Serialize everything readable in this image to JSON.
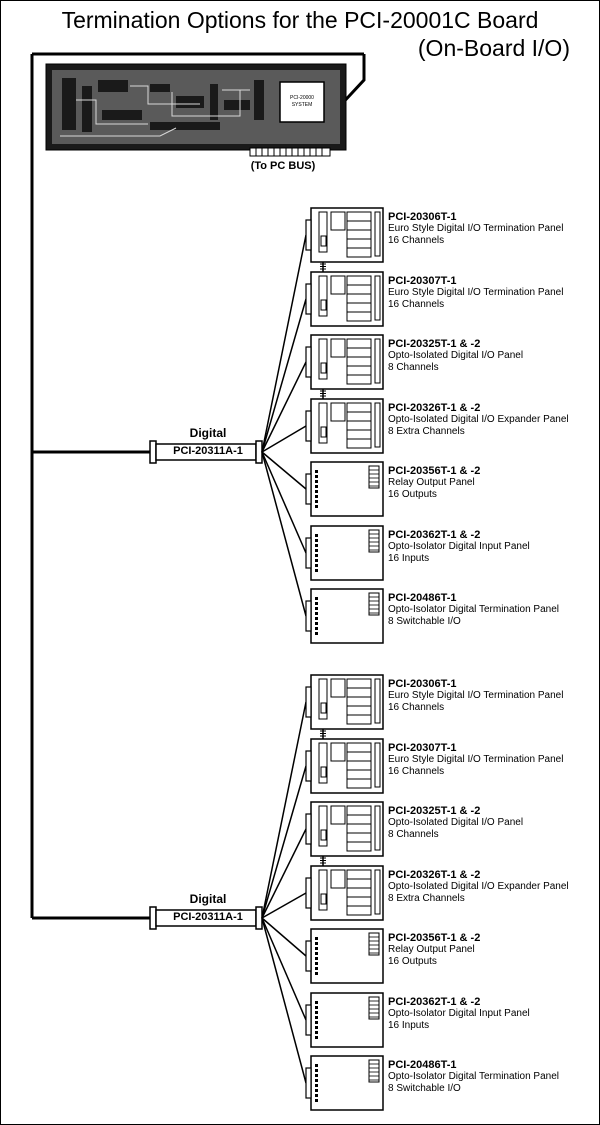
{
  "title": {
    "line1": "Termination Options for the PCI-20001C Board",
    "line2": "(On-Board I/O)"
  },
  "board": {
    "chip_label_1": "PCI-20000",
    "chip_label_2": "SYSTEM",
    "bus_label": "(To PC BUS)"
  },
  "groups": [
    {
      "cable_heading": "Digital",
      "cable_label": "PCI-20311A-1",
      "panels": [
        {
          "style": "euro",
          "title": "PCI-20306T-1",
          "desc": "Euro Style Digital I/O Termination Panel",
          "detail": "16 Channels"
        },
        {
          "style": "euro",
          "title": "PCI-20307T-1",
          "desc": "Euro Style Digital I/O Termination Panel",
          "detail": "16 Channels"
        },
        {
          "style": "euro",
          "title": "PCI-20325T-1 & -2",
          "desc": "Opto-Isolated Digital I/O Panel",
          "detail": "8 Channels"
        },
        {
          "style": "euro",
          "title": "PCI-20326T-1 & -2",
          "desc": "Opto-Isolated Digital I/O Expander Panel",
          "detail": "8 Extra Channels"
        },
        {
          "style": "simple",
          "title": "PCI-20356T-1 & -2",
          "desc": "Relay Output Panel",
          "detail": "16 Outputs"
        },
        {
          "style": "simple",
          "title": "PCI-20362T-1 & -2",
          "desc": "Opto-Isolator Digital Input Panel",
          "detail": "16 Inputs"
        },
        {
          "style": "simple",
          "title": "PCI-20486T-1",
          "desc": "Opto-Isolator Digital Termination Panel",
          "detail": "8 Switchable I/O"
        }
      ]
    },
    {
      "cable_heading": "Digital",
      "cable_label": "PCI-20311A-1",
      "panels": [
        {
          "style": "euro",
          "title": "PCI-20306T-1",
          "desc": "Euro Style Digital I/O Termination Panel",
          "detail": "16 Channels"
        },
        {
          "style": "euro",
          "title": "PCI-20307T-1",
          "desc": "Euro Style Digital I/O Termination Panel",
          "detail": "16 Channels"
        },
        {
          "style": "euro",
          "title": "PCI-20325T-1 & -2",
          "desc": "Opto-Isolated Digital I/O Panel",
          "detail": "8 Channels"
        },
        {
          "style": "euro",
          "title": "PCI-20326T-1 & -2",
          "desc": "Opto-Isolated Digital I/O Expander Panel",
          "detail": "8 Extra Channels"
        },
        {
          "style": "simple",
          "title": "PCI-20356T-1 & -2",
          "desc": "Relay Output Panel",
          "detail": "16 Outputs"
        },
        {
          "style": "simple",
          "title": "PCI-20362T-1 & -2",
          "desc": "Opto-Isolator Digital Input Panel",
          "detail": "16 Inputs"
        },
        {
          "style": "simple",
          "title": "PCI-20486T-1",
          "desc": "Opto-Isolator Digital Termination Panel",
          "detail": "8 Switchable I/O"
        }
      ]
    }
  ]
}
